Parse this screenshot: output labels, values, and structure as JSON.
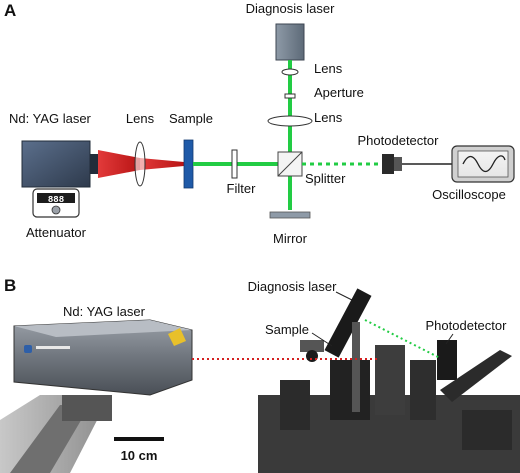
{
  "panel_a": {
    "letter": "A",
    "labels": {
      "diagnosis_laser": "Diagnosis laser",
      "lens_top": "Lens",
      "aperture": "Aperture",
      "lens_mid": "Lens",
      "yag_laser": "Nd: YAG laser",
      "lens_left": "Lens",
      "sample": "Sample",
      "photodetector": "Photodetector",
      "filter": "Filter",
      "splitter": "Splitter",
      "oscilloscope": "Oscilloscope",
      "attenuator": "Attenuator",
      "mirror": "Mirror"
    },
    "attenuator_display": "888",
    "colors": {
      "pump_beam": "#d42020",
      "probe_beam": "#22cc44",
      "sample": "#1f5aa8"
    }
  },
  "panel_b": {
    "letter": "B",
    "labels": {
      "yag_laser": "Nd: YAG laser",
      "diagnosis_laser": "Diagnosis laser",
      "sample": "Sample",
      "photodetector": "Photodetector",
      "scale_bar": "10 cm"
    }
  }
}
